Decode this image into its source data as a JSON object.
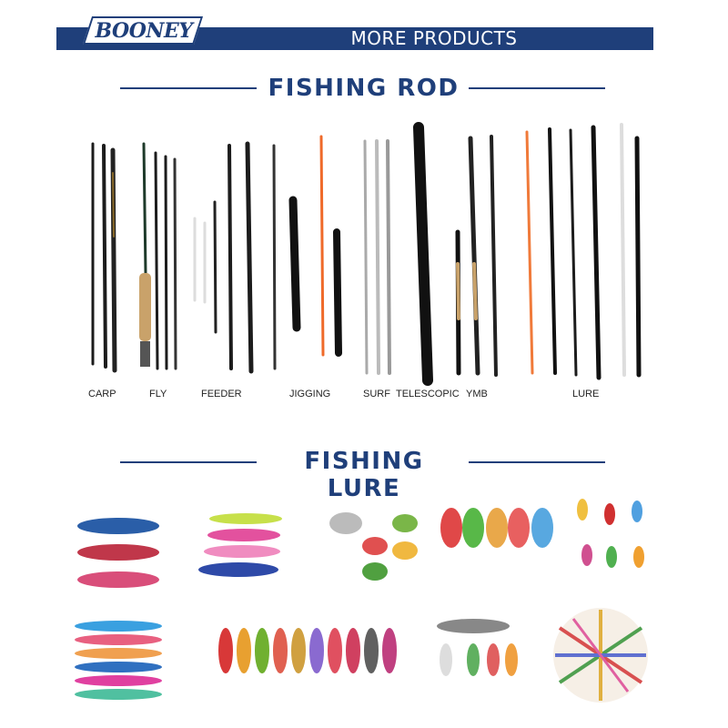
{
  "brand": {
    "logo_text": "BOONEY"
  },
  "header": {
    "title": "MORE PRODUCTS"
  },
  "sections": {
    "rod": {
      "title": "FISHING ROD",
      "labels": [
        "CARP",
        "FLY",
        "FEEDER",
        "JIGGING",
        "SURF",
        "TELESCOPIC",
        "YMB",
        "LURE"
      ]
    },
    "lure": {
      "title": "FISHING LURE"
    }
  },
  "colors": {
    "brand_blue": "#1f3f7a"
  }
}
